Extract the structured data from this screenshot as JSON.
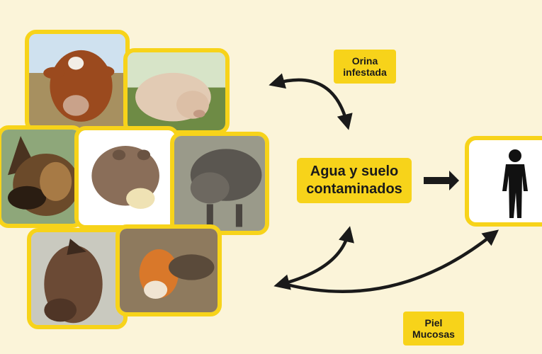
{
  "labels": {
    "urine": [
      "Orina",
      "infestada"
    ],
    "center": [
      "Agua y suelo",
      "contaminados"
    ],
    "skin": [
      "Piel",
      "Mucosas"
    ]
  },
  "animals": [
    "cow-photo",
    "pig-photo",
    "dog-photo",
    "capybara-photo",
    "boar-photo",
    "horse-photo",
    "fox-photo"
  ],
  "colors": {
    "background": "#fbf4d9",
    "accent": "#f7d31a",
    "arrow": "#1a1a1a"
  }
}
